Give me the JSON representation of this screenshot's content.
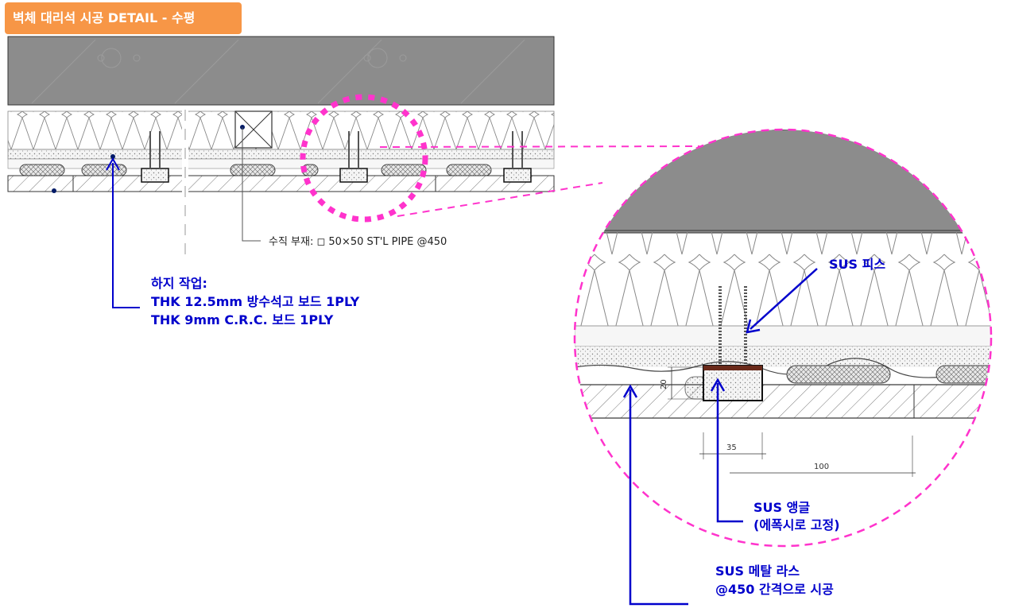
{
  "title": "벽체 대리석 시공 DETAIL - 수평",
  "colors": {
    "title_bg": "#f79646",
    "annotation": "#0000cc",
    "highlight": "#ff33cc",
    "concrete": "#8c8c8c"
  },
  "labels": {
    "vertical_member": "수직 부재: ◻ 50×50 ST'L PIPE @450",
    "substrate_heading": "하지 작업:",
    "substrate_line1": "THK 12.5mm 방수석고 보드 1PLY",
    "substrate_line2": "THK 9mm C.R.C. 보드 1PLY",
    "sus_screw": "SUS 피스",
    "sus_angle_line1": "SUS 앵글",
    "sus_angle_line2": "(에폭시로 고정)",
    "metal_lath_line1": "SUS 메탈 라스",
    "metal_lath_line2": "@450 간격으로 시공"
  },
  "dimensions": {
    "thickness": "20",
    "angle_width": "35",
    "spacing": "100"
  }
}
